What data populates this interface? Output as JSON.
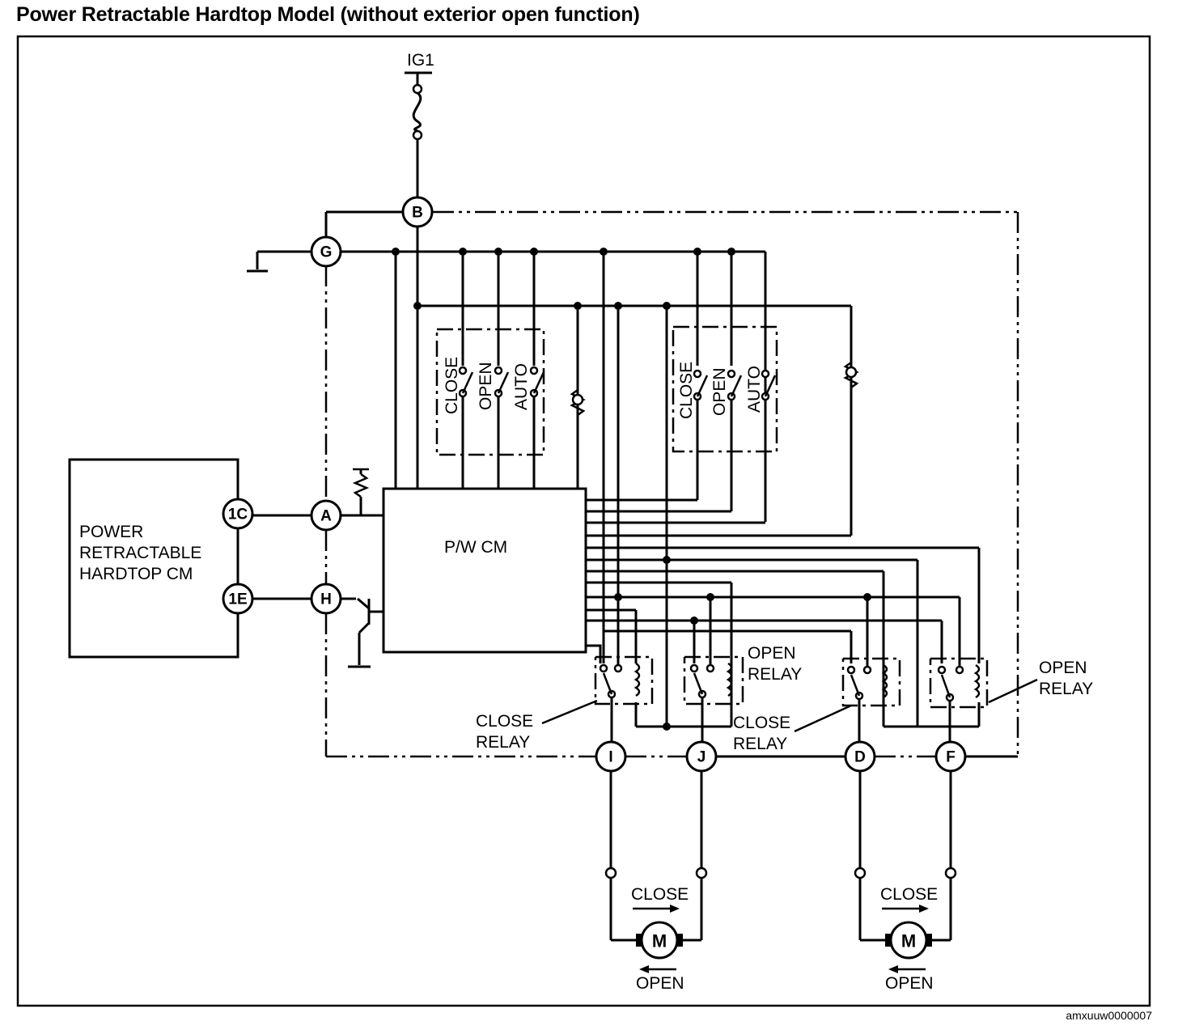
{
  "title": "Power Retractable Hardtop Model (without exterior open function)",
  "reference_code": "amxuuw0000007",
  "power_source": "IG1",
  "modules": {
    "hardtop_cm": [
      "POWER",
      "RETRACTABLE",
      "HARDTOP CM"
    ],
    "pw_cm": "P/W CM"
  },
  "connectors": {
    "c1C": "1C",
    "c1E": "1E",
    "A": "A",
    "B": "B",
    "G": "G",
    "H": "H",
    "I": "I",
    "J": "J",
    "D": "D",
    "F": "F"
  },
  "switch_labels": {
    "close": "CLOSE",
    "open": "OPEN",
    "auto": "AUTO"
  },
  "relay_labels": {
    "close_left": [
      "CLOSE",
      "RELAY"
    ],
    "open_left": [
      "OPEN",
      "RELAY"
    ],
    "close_right": [
      "CLOSE",
      "RELAY"
    ],
    "open_right": [
      "OPEN",
      "RELAY"
    ]
  },
  "motor": {
    "symbol": "M",
    "close_label": "CLOSE",
    "open_label": "OPEN"
  }
}
